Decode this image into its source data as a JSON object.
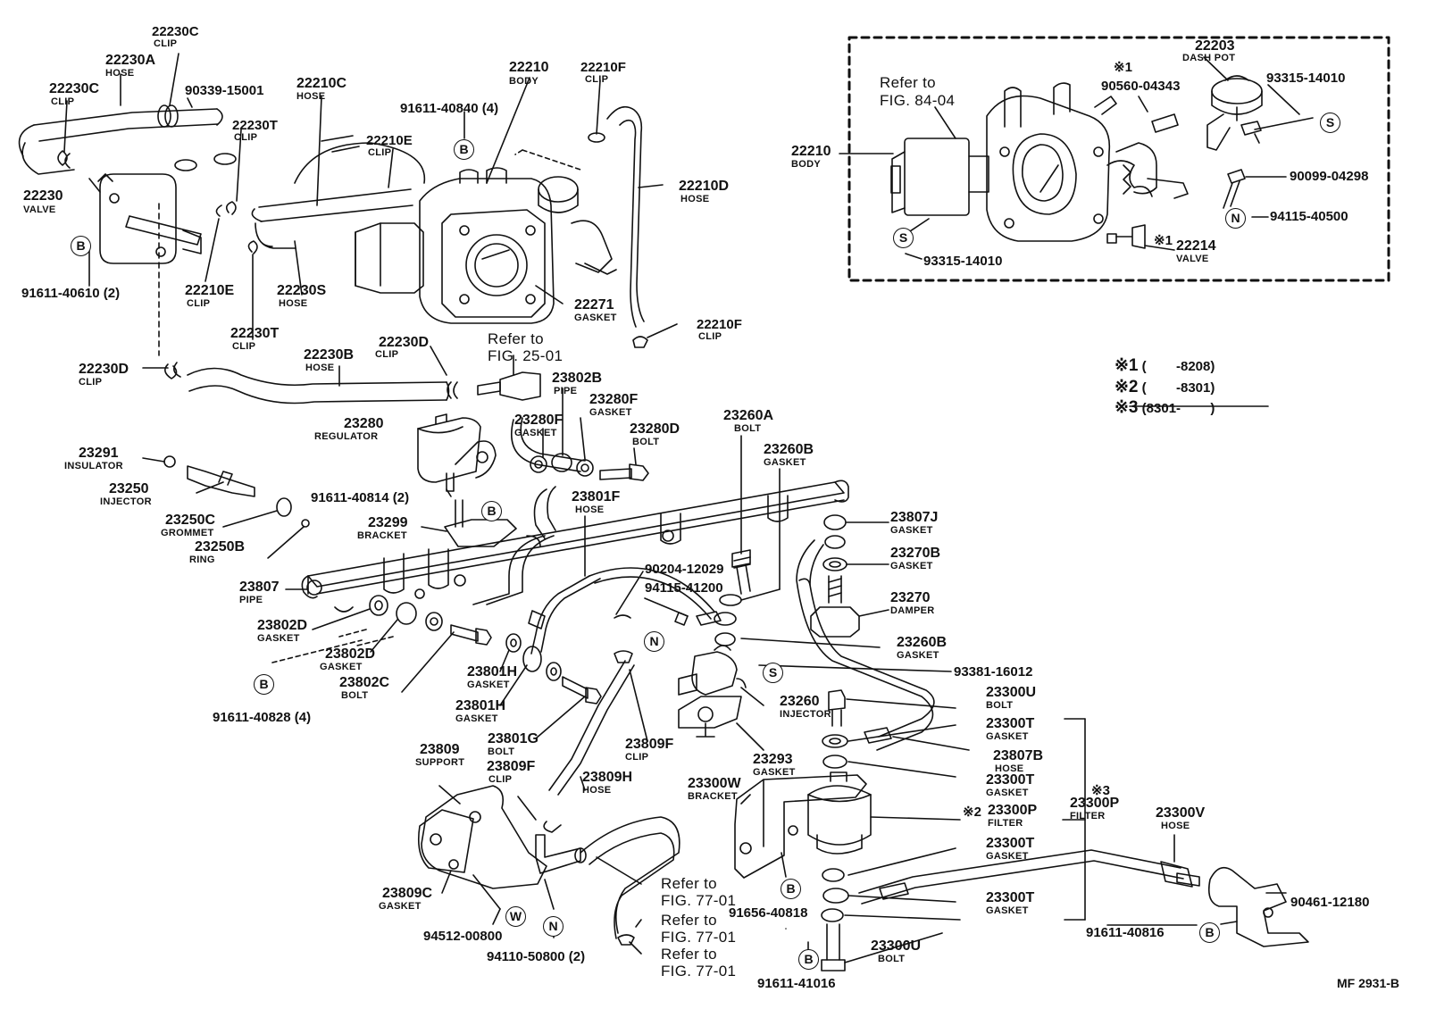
{
  "diagram": {
    "code": "MF 2931-B",
    "parts": [
      {
        "id": "p22230C_top",
        "no": "22230C",
        "name": "CLIP"
      },
      {
        "id": "p22230A",
        "no": "22230A",
        "name": "HOSE"
      },
      {
        "id": "p22230C_l",
        "no": "22230C",
        "name": "CLIP"
      },
      {
        "id": "p90339",
        "no": "90339-15001",
        "name": ""
      },
      {
        "id": "p22210C",
        "no": "22210C",
        "name": "HOSE"
      },
      {
        "id": "p22230T_a",
        "no": "22230T",
        "name": "CLIP"
      },
      {
        "id": "p22210E_a",
        "no": "22210E",
        "name": "CLIP"
      },
      {
        "id": "p22230",
        "no": "22230",
        "name": "VALVE"
      },
      {
        "id": "p91611_40610",
        "no": "91611-40610 (2)",
        "name": ""
      },
      {
        "id": "p22210E_b",
        "no": "22210E",
        "name": "CLIP"
      },
      {
        "id": "p22230S",
        "no": "22230S",
        "name": "HOSE"
      },
      {
        "id": "p22230T_b",
        "no": "22230T",
        "name": "CLIP"
      },
      {
        "id": "p22210_body",
        "no": "22210",
        "name": "BODY"
      },
      {
        "id": "p91611_40840",
        "no": "91611-40840 (4)",
        "name": ""
      },
      {
        "id": "p22210F_a",
        "no": "22210F",
        "name": "CLIP"
      },
      {
        "id": "p22210D",
        "no": "22210D",
        "name": "HOSE"
      },
      {
        "id": "p22271",
        "no": "22271",
        "name": "GASKET"
      },
      {
        "id": "p22210F_b",
        "no": "22210F",
        "name": "CLIP"
      },
      {
        "id": "p22230D_l",
        "no": "22230D",
        "name": "CLIP"
      },
      {
        "id": "p22230B",
        "no": "22230B",
        "name": "HOSE"
      },
      {
        "id": "p22230D_r",
        "no": "22230D",
        "name": "CLIP"
      },
      {
        "id": "p23802B",
        "no": "23802B",
        "name": "PIPE"
      },
      {
        "id": "p23280F_a",
        "no": "23280F",
        "name": "GASKET"
      },
      {
        "id": "p23280F_b",
        "no": "23280F",
        "name": "GASKET"
      },
      {
        "id": "p23280D",
        "no": "23280D",
        "name": "BOLT"
      },
      {
        "id": "p23280",
        "no": "23280",
        "name": "REGULATOR"
      },
      {
        "id": "p23291",
        "no": "23291",
        "name": "INSULATOR"
      },
      {
        "id": "p23250",
        "no": "23250",
        "name": "INJECTOR"
      },
      {
        "id": "p23250C",
        "no": "23250C",
        "name": "GROMMET"
      },
      {
        "id": "p23250B",
        "no": "23250B",
        "name": "RING"
      },
      {
        "id": "p91611_40814",
        "no": "91611-40814 (2)",
        "name": ""
      },
      {
        "id": "p23299",
        "no": "23299",
        "name": "BRACKET"
      },
      {
        "id": "p23801F",
        "no": "23801F",
        "name": "HOSE"
      },
      {
        "id": "p23260A",
        "no": "23260A",
        "name": "BOLT"
      },
      {
        "id": "p23260B_a",
        "no": "23260B",
        "name": "GASKET"
      },
      {
        "id": "p23807J",
        "no": "23807J",
        "name": "GASKET"
      },
      {
        "id": "p23270B",
        "no": "23270B",
        "name": "GASKET"
      },
      {
        "id": "p23270",
        "no": "23270",
        "name": "DAMPER"
      },
      {
        "id": "p23807",
        "no": "23807",
        "name": "PIPE"
      },
      {
        "id": "p90204",
        "no": "90204-12029",
        "name": ""
      },
      {
        "id": "p94115_41200",
        "no": "94115-41200",
        "name": ""
      },
      {
        "id": "p23260B_b",
        "no": "23260B",
        "name": "GASKET"
      },
      {
        "id": "p23802D_a",
        "no": "23802D",
        "name": "GASKET"
      },
      {
        "id": "p23802D_b",
        "no": "23802D",
        "name": "GASKET"
      },
      {
        "id": "p23802C",
        "no": "23802C",
        "name": "BOLT"
      },
      {
        "id": "p91611_40828",
        "no": "91611-40828 (4)",
        "name": ""
      },
      {
        "id": "p23801H_a",
        "no": "23801H",
        "name": "GASKET"
      },
      {
        "id": "p23801H_b",
        "no": "23801H",
        "name": "GASKET"
      },
      {
        "id": "p23801G",
        "no": "23801G",
        "name": "BOLT"
      },
      {
        "id": "p93381",
        "no": "93381-16012",
        "name": ""
      },
      {
        "id": "p23260",
        "no": "23260",
        "name": "INJECTOR"
      },
      {
        "id": "p23293",
        "no": "23293",
        "name": "GASKET"
      },
      {
        "id": "p23300U_a",
        "no": "23300U",
        "name": "BOLT"
      },
      {
        "id": "p23300T_a",
        "no": "23300T",
        "name": "GASKET"
      },
      {
        "id": "p23807B",
        "no": "23807B",
        "name": "HOSE"
      },
      {
        "id": "p23300T_b",
        "no": "23300T",
        "name": "GASKET"
      },
      {
        "id": "p23809F_a",
        "no": "23809F",
        "name": "CLIP"
      },
      {
        "id": "p23809",
        "no": "23809",
        "name": "SUPPORT"
      },
      {
        "id": "p23809F_b",
        "no": "23809F",
        "name": "CLIP"
      },
      {
        "id": "p23809H",
        "no": "23809H",
        "name": "HOSE"
      },
      {
        "id": "p23300W",
        "no": "23300W",
        "name": "BRACKET"
      },
      {
        "id": "p23300P_a",
        "no": "23300P",
        "name": "FILTER"
      },
      {
        "id": "p23300P_b",
        "no": "23300P",
        "name": "FILTER"
      },
      {
        "id": "p23300V",
        "no": "23300V",
        "name": "HOSE"
      },
      {
        "id": "p23300T_c",
        "no": "23300T",
        "name": "GASKET"
      },
      {
        "id": "p23300T_d",
        "no": "23300T",
        "name": "GASKET"
      },
      {
        "id": "p23809C",
        "no": "23809C",
        "name": "GASKET"
      },
      {
        "id": "p94512",
        "no": "94512-00800",
        "name": ""
      },
      {
        "id": "p94110",
        "no": "94110-50800 (2)",
        "name": ""
      },
      {
        "id": "p91656",
        "no": "91656-40818",
        "name": ""
      },
      {
        "id": "p91611_41016",
        "no": "91611-41016",
        "name": ""
      },
      {
        "id": "p23300U_b",
        "no": "23300U",
        "name": "BOLT"
      },
      {
        "id": "p91611_40816",
        "no": "91611-40816",
        "name": ""
      },
      {
        "id": "p90461",
        "no": "90461-12180",
        "name": ""
      },
      {
        "id": "i22203",
        "no": "22203",
        "name": "DASH POT"
      },
      {
        "id": "i90560",
        "no": "90560-04343",
        "name": ""
      },
      {
        "id": "i93315_a",
        "no": "93315-14010",
        "name": ""
      },
      {
        "id": "i22210",
        "no": "22210",
        "name": "BODY"
      },
      {
        "id": "i90099",
        "no": "90099-04298",
        "name": ""
      },
      {
        "id": "i94115_40500",
        "no": "94115-40500",
        "name": ""
      },
      {
        "id": "i22214",
        "no": "22214",
        "name": "VALVE"
      },
      {
        "id": "i93315_b",
        "no": "93315-14010",
        "name": ""
      }
    ],
    "refs": {
      "fig84_a": "Refer to",
      "fig84_b": "FIG. 84-04",
      "fig25_a": "Refer to",
      "fig25_b": "FIG. 25-01",
      "fig77a_a": "Refer to",
      "fig77a_b": "FIG. 77-01",
      "fig77b_a": "Refer to",
      "fig77b_b": "FIG. 77-01",
      "fig77c_a": "Refer to",
      "fig77c_b": "FIG. 77-01"
    },
    "markers": {
      "star1_a": "※1",
      "star1_b": "※1",
      "star2": "※2",
      "star3": "※3"
    },
    "circles": {
      "B": "B",
      "S": "S",
      "N": "N",
      "W": "W"
    },
    "legend": [
      {
        "mark": "※1",
        "text": "(        -8208)"
      },
      {
        "mark": "※2",
        "text": "(        -8301)"
      },
      {
        "mark": "※3",
        "text": "(8301-        )"
      }
    ]
  }
}
